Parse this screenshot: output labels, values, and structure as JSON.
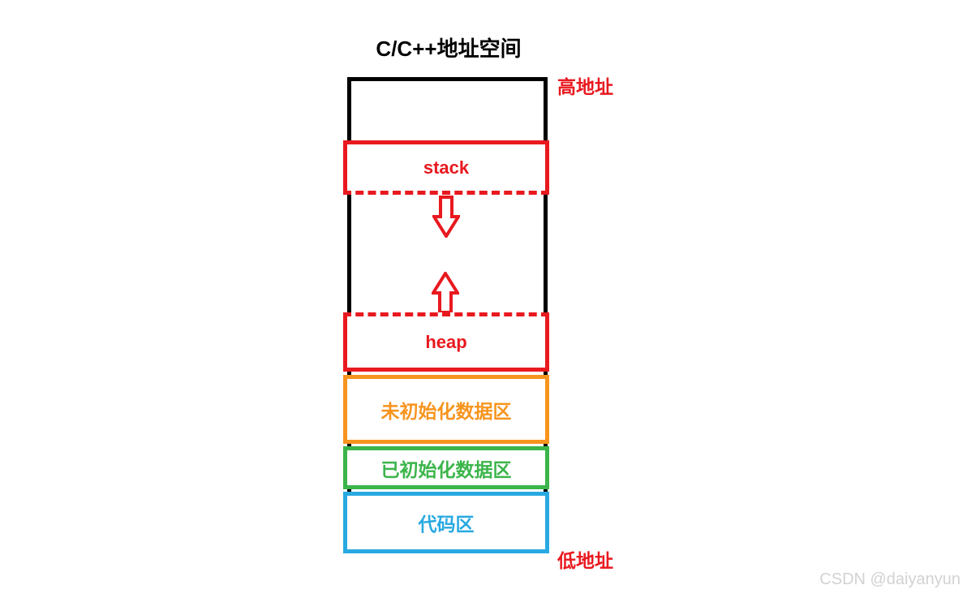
{
  "title": "C/C++地址空间",
  "labels": {
    "high_address": "高地址",
    "low_address": "低地址"
  },
  "regions": {
    "stack": {
      "label": "stack",
      "border_style": "solid-top-dashed-bottom"
    },
    "heap": {
      "label": "heap",
      "border_style": "dashed-top-solid-bottom"
    },
    "uninitialized_data": {
      "label": "未初始化数据区"
    },
    "initialized_data": {
      "label": "已初始化数据区"
    },
    "code": {
      "label": "代码区"
    }
  },
  "icons": {
    "arrow_down": "hollow-down-arrow",
    "arrow_up": "hollow-up-arrow"
  },
  "watermark": "CSDN @daiyanyun",
  "colors": {
    "red": "#e8191f",
    "orange": "#f7941e",
    "green": "#3bb54a",
    "blue": "#29a9e1",
    "black": "#000000",
    "watermark_gray": "#d2d2d2"
  }
}
